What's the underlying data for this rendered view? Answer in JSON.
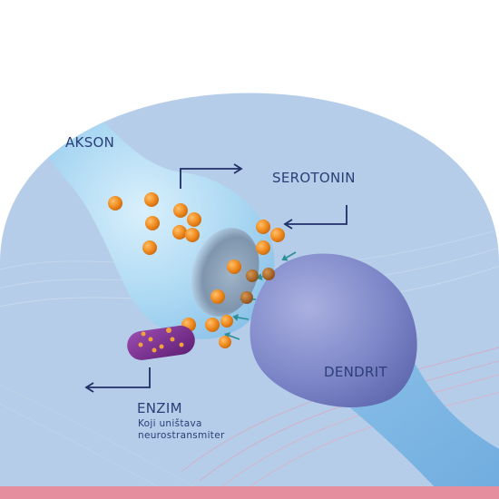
{
  "labels": {
    "axon": "AKSON",
    "serotonin": "SEROTONIN",
    "dendrite": "DENDRIT",
    "enzyme": "ENZIM",
    "enzyme_desc_line1": "Koji uništava",
    "enzyme_desc_line2": "neurostransmiter"
  },
  "colors": {
    "dome_background": "#b5cde9",
    "axon_fill": "#a8d6f2",
    "dendrite_fill": "#7d86c8",
    "serotonin_molecule": "#ef8a1e",
    "enzyme": "#7a2e8e",
    "receptor": "#2a8f96",
    "arrow": "#1f2f66",
    "label_text": "#2a3f78",
    "bottom_band": "#e58f9e"
  },
  "icons": {
    "axon_arrow": "arrow-right-icon",
    "serotonin_arrow": "arrow-left-icon",
    "enzyme_arrow": "arrow-left-icon"
  }
}
